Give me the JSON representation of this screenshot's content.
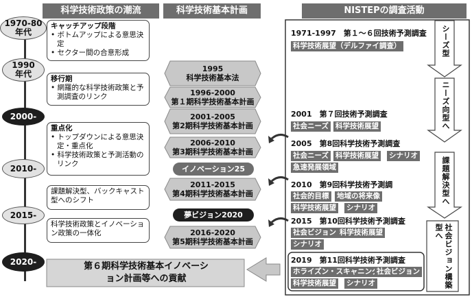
{
  "headers": {
    "policy": "科学技術政策の潮流",
    "plan": "科学技術基本計画",
    "nistep": "NISTEPの調査活動"
  },
  "eras": [
    "1970-80\n年代",
    "1990\n年代",
    "2000-",
    "2010-",
    "2015-",
    "2020-"
  ],
  "policy_boxes": [
    {
      "title": "キャッチアップ段階",
      "bullets": [
        "ボトムアップによる意思決定",
        "セクター間の合意形成"
      ]
    },
    {
      "title": "移行期",
      "bullets": [
        "網羅的な科学技術政策と予測調査のリンク"
      ]
    },
    {
      "title": "重点化",
      "bullets": [
        "トップダウンによる意思決定・重点化",
        "科学技術政策と予測活動のリンク"
      ]
    },
    {
      "title": "課題解決型、バックキャスト型へのシフト",
      "bullets": []
    },
    {
      "title": "科学技術政策とイノベーション政策の一体化",
      "bullets": []
    }
  ],
  "plans": [
    {
      "year": "1995",
      "name": "科学技術基本法"
    },
    {
      "year": "1996-2000",
      "name": "第１期科学技術基本計画"
    },
    {
      "year": "2001-2005",
      "name": "第2期科学技術基本計画"
    },
    {
      "year": "2006-2010",
      "name": "第3期科学技術基本計画"
    },
    {
      "year": "2011-2015",
      "name": "第4期科学技術基本計画"
    },
    {
      "year": "2016-2020",
      "name": "第5期科学技術基本計画"
    }
  ],
  "pills": {
    "innovation": "イノベーション25",
    "dream": "夢ビジョン2020"
  },
  "future": "第６期科学技術基本イノベーション計画等への貢献",
  "surveys": [
    {
      "title": "1971-1997　第１～６回技術予測調査",
      "tags": [
        "科学技術展望（デルファイ調査）"
      ]
    },
    {
      "title": "2001　第７回技術予測調査",
      "tags": [
        "社会ニーズ",
        "科学技術展望"
      ]
    },
    {
      "title": "2005　第8回科学技術予測調査",
      "tags": [
        "社会ニーズ",
        "科学技術展望",
        "シナリオ",
        "急速発展領域"
      ]
    },
    {
      "title": "2010　第9回科学技術予測調",
      "tags": [
        "社会的目標",
        "地域の将来像",
        "科学技術展望",
        "シナリオ"
      ]
    },
    {
      "title": "2015　第10回科学技術予測調査",
      "tags": [
        "社会ビジョン",
        "科学技術展望",
        "シナリオ"
      ]
    },
    {
      "title": "2019　第11回科学技術予測調査",
      "tags": [
        "ホライズン・スキャニング",
        "社会ビジョン",
        "科学技術展望",
        "シナリオ"
      ]
    }
  ],
  "phases": [
    "シーズ型",
    "ニーズ向型へ",
    "課題解決型へ",
    "社会ビジョン構築型へ"
  ],
  "colors": {
    "dark": "#1e1e1e",
    "grey": "#6e6e6e",
    "light": "#e2e2e2"
  }
}
